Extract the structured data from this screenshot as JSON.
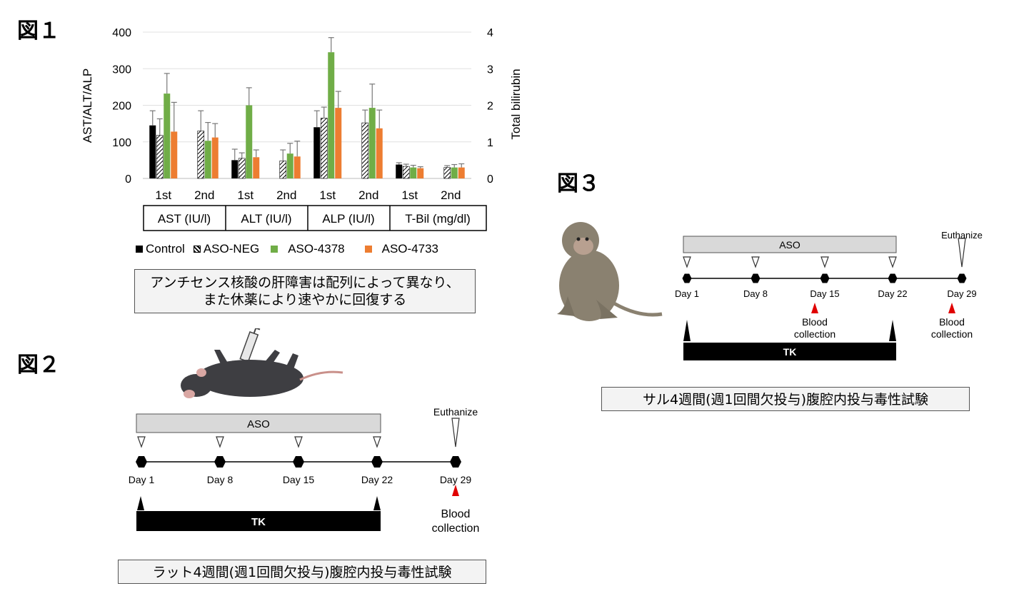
{
  "figure1": {
    "label": "図１",
    "y_left_label": "AST/ALT/ALP",
    "y_right_label": "Total bilirubin",
    "y_left_ticks": [
      "400",
      "300",
      "200",
      "100",
      "0"
    ],
    "y_right_ticks": [
      "4",
      "3",
      "2",
      "1",
      "0"
    ],
    "caption_line1": "アンチセンス核酸の肝障害は配列によって異なり、",
    "caption_line2": "また休薬により速やかに回復する"
  },
  "chart_data": {
    "type": "bar",
    "groups": [
      "AST (IU/l)",
      "ALT (IU/l)",
      "ALP (IU/l)",
      "T-Bil (mg/dl)"
    ],
    "categories": [
      "1st",
      "2nd",
      "1st",
      "2nd",
      "1st",
      "2nd",
      "1st",
      "2nd"
    ],
    "ylim": [
      0,
      400
    ],
    "y2lim": [
      0,
      4
    ],
    "ylabel": "AST/ALT/ALP",
    "y2label": "Total bilirubin",
    "series": [
      {
        "name": "Control",
        "color": "#000000",
        "values": [
          145,
          null,
          50,
          null,
          140,
          null,
          0.38,
          null
        ],
        "errors": [
          40,
          null,
          30,
          null,
          45,
          null,
          0.05,
          null
        ]
      },
      {
        "name": "ASO-NEG",
        "color": "hatch",
        "values": [
          118,
          130,
          55,
          48,
          165,
          152,
          0.33,
          0.3
        ],
        "errors": [
          45,
          55,
          15,
          30,
          30,
          35,
          0.06,
          0.05
        ]
      },
      {
        "name": "ASO-4378",
        "color": "#70ad47",
        "values": [
          232,
          103,
          200,
          68,
          345,
          193,
          0.3,
          0.3
        ],
        "errors": [
          55,
          50,
          48,
          28,
          40,
          65,
          0.06,
          0.08
        ]
      },
      {
        "name": "ASO-4733",
        "color": "#ed7d31",
        "values": [
          128,
          112,
          58,
          60,
          193,
          137,
          0.28,
          0.3
        ],
        "errors": [
          80,
          38,
          20,
          42,
          45,
          50,
          0.04,
          0.1
        ]
      }
    ],
    "legend_position": "bottom"
  },
  "figure2": {
    "label": "図２",
    "aso_label": "ASO",
    "euthanize_label": "Euthanize",
    "days": [
      "Day 1",
      "Day 8",
      "Day 15",
      "Day 22",
      "Day 29"
    ],
    "blood_label_1": "Blood",
    "blood_label_2": "collection",
    "tk_label": "TK",
    "caption": "ラット4週間(週1回間欠投与)腹腔内投与毒性試験"
  },
  "figure3": {
    "label": "図３",
    "aso_label": "ASO",
    "euthanize_label": "Euthanize",
    "days": [
      "Day 1",
      "Day 8",
      "Day 15",
      "Day 22",
      "Day 29"
    ],
    "blood_label_1": "Blood",
    "blood_label_2": "collection",
    "tk_label": "TK",
    "caption": "サル4週間(週1回間欠投与)腹腔内投与毒性試験"
  }
}
